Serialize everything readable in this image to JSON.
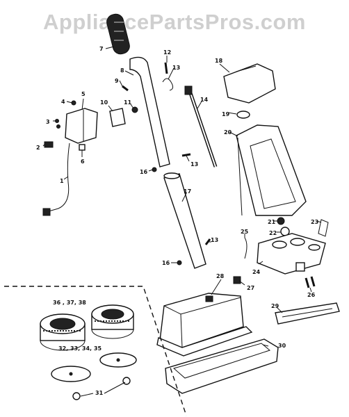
{
  "watermark": "AppliancePartsPros.com",
  "callouts": {
    "p1": "1",
    "p2": "2",
    "p3": "3",
    "p4": "4",
    "p5": "5",
    "p6": "6",
    "p7": "7",
    "p8": "8",
    "p9": "9",
    "p10": "10",
    "p11": "11",
    "p12": "12",
    "p13a": "13",
    "p13b": "13",
    "p13c": "13",
    "p14": "14",
    "p16a": "16",
    "p16b": "16",
    "p17": "17",
    "p18": "18",
    "p19": "19",
    "p20": "20",
    "p21": "21",
    "p22": "22",
    "p23": "23",
    "p24": "24",
    "p25": "25",
    "p26": "26",
    "p27": "27",
    "p28": "28",
    "p29": "29",
    "p30": "30",
    "p31": "31",
    "p32": "32, 33, 34, 35",
    "p36": "36 , 37, 38"
  }
}
